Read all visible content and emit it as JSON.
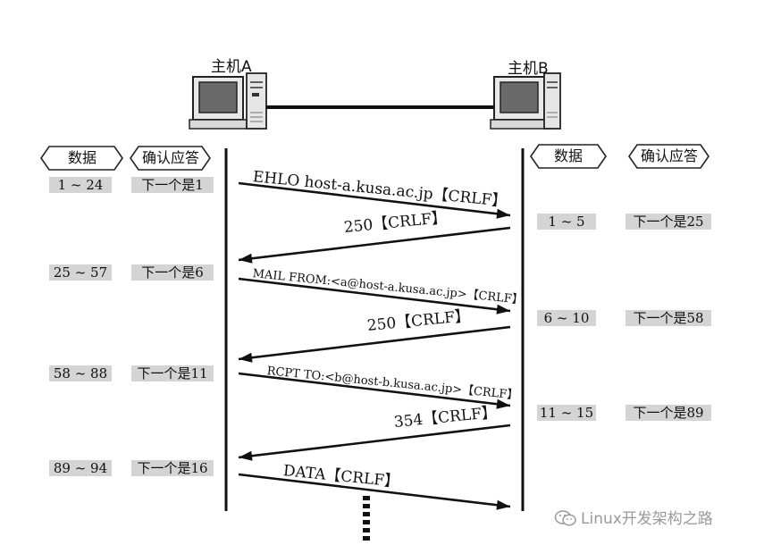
{
  "hosts": {
    "a": {
      "label": "主机A"
    },
    "b": {
      "label": "主机B"
    }
  },
  "columns": {
    "data_header": "数据",
    "ack_header": "确认应答"
  },
  "left_rows": [
    {
      "data": "1 ~ 24",
      "ack": "下一个是1"
    },
    {
      "data": "25 ~ 57",
      "ack": "下一个是6"
    },
    {
      "data": "58 ~ 88",
      "ack": "下一个是11"
    },
    {
      "data": "89 ~ 94",
      "ack": "下一个是16"
    }
  ],
  "right_rows": [
    {
      "data": "1 ~ 5",
      "ack": "下一个是25"
    },
    {
      "data": "6 ~ 10",
      "ack": "下一个是58"
    },
    {
      "data": "11 ~ 15",
      "ack": "下一个是89"
    }
  ],
  "messages": [
    {
      "text": "EHLO host-a.kusa.ac.jp【CRLF】",
      "direction": "a_to_b"
    },
    {
      "text": "250【CRLF】",
      "direction": "b_to_a"
    },
    {
      "text": "MAIL FROM:<a@host-a.kusa.ac.jp>【CRLF】",
      "direction": "a_to_b"
    },
    {
      "text": "250【CRLF】",
      "direction": "b_to_a"
    },
    {
      "text": "RCPT TO:<b@host-b.kusa.ac.jp>【CRLF】",
      "direction": "a_to_b"
    },
    {
      "text": "354【CRLF】",
      "direction": "b_to_a"
    },
    {
      "text": "DATA【CRLF】",
      "direction": "a_to_b"
    }
  ],
  "watermark": {
    "text": "Linux开发架构之路",
    "icon": "wechat-icon"
  }
}
